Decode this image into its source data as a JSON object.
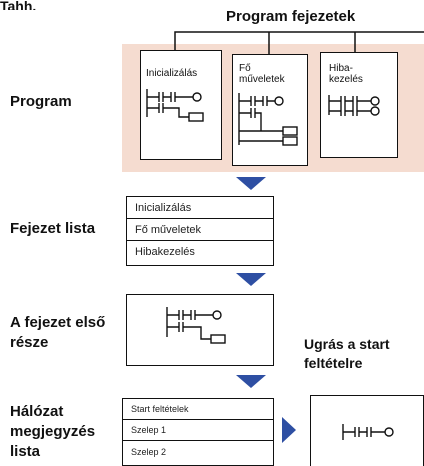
{
  "top_clip_text": "Tahh.",
  "chapters_title": "Program fejezetek",
  "labels": {
    "program": "Program",
    "chapter_list": "Fejezet lista",
    "chapter_first_l1": "A fejezet első",
    "chapter_first_l2": "része",
    "network_l1": "Hálózat",
    "network_l2": "megjegyzés",
    "network_l3": "lista",
    "jump_l1": "Ugrás a start",
    "jump_l2": "feltételre"
  },
  "documents": [
    {
      "title_l1": "Inicializálás",
      "title_l2": ""
    },
    {
      "title_l1": "Fő",
      "title_l2": "műveletek"
    },
    {
      "title_l1": "Hiba-",
      "title_l2": "kezelés"
    }
  ],
  "chapter_list": [
    "Inicializálás",
    "Fő műveletek",
    "Hibakezelés"
  ],
  "network_list": [
    "Start feltételek",
    "Szelep 1",
    "Szelep 2"
  ],
  "colors": {
    "arrow": "#2e4fa3",
    "background_band": "#f5dcd0"
  }
}
